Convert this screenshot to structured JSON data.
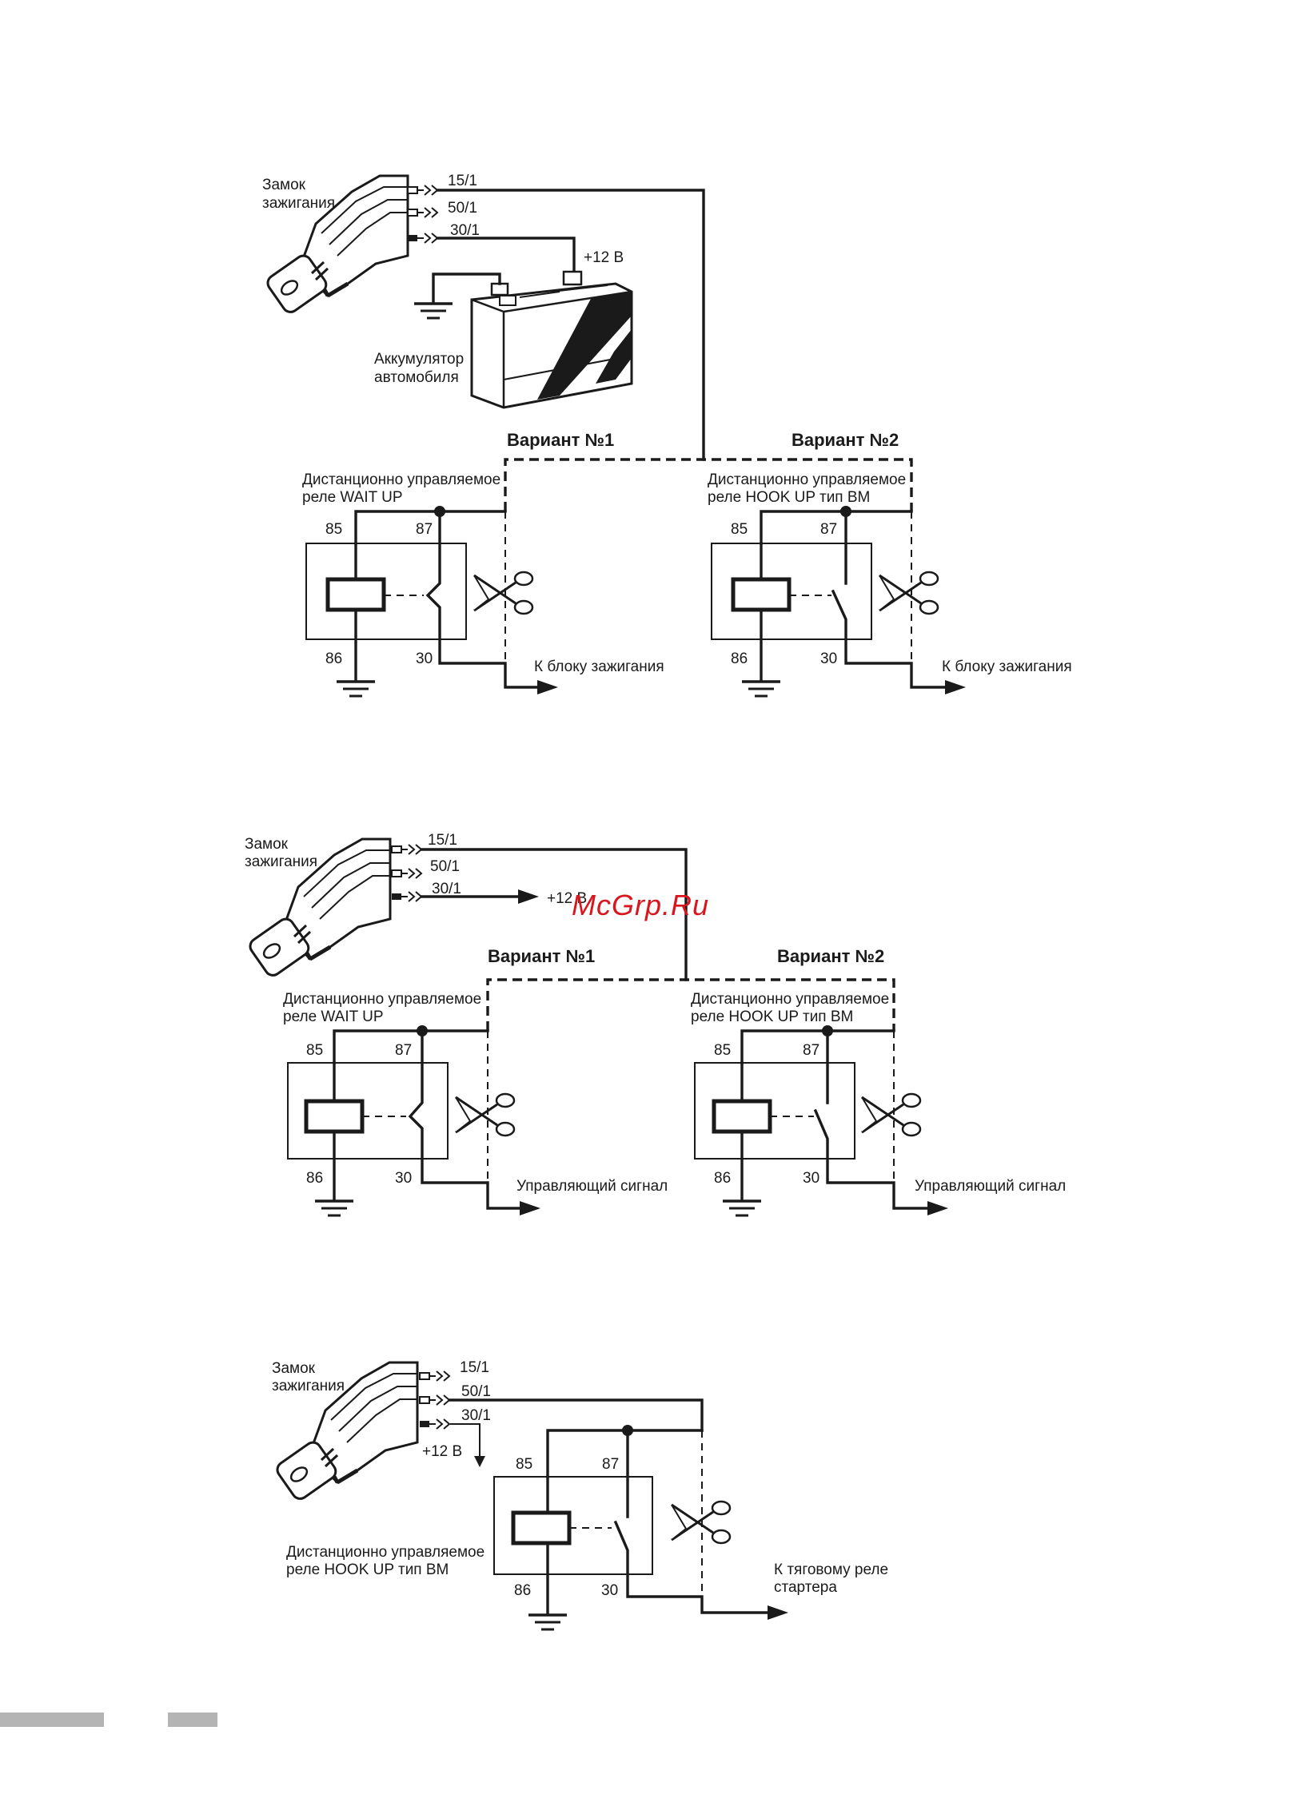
{
  "diagrams": [
    {
      "ignition_label": [
        "Замок",
        "зажигания"
      ],
      "terminals": [
        "15/1",
        "50/1",
        "30/1"
      ],
      "supply_label": "+12 В",
      "battery_label": [
        "Аккумулятор",
        "автомобиля"
      ],
      "variants": [
        {
          "heading": "Вариант №1",
          "relay_label": [
            "Дистанционно управляемое",
            "реле WAIT UP"
          ],
          "pins": [
            "85",
            "87",
            "86",
            "30"
          ],
          "output_label": [
            "К блоку зажигания"
          ]
        },
        {
          "heading": "Вариант №2",
          "relay_label": [
            "Дистанционно управляемое",
            "реле HOOK UP тип BM"
          ],
          "pins": [
            "85",
            "87",
            "86",
            "30"
          ],
          "output_label": [
            "К блоку зажигания"
          ]
        }
      ]
    },
    {
      "ignition_label": [
        "Замок",
        "зажигания"
      ],
      "terminals": [
        "15/1",
        "50/1",
        "30/1"
      ],
      "supply_label": "+12 В",
      "variants": [
        {
          "heading": "Вариант №1",
          "relay_label": [
            "Дистанционно управляемое",
            "реле WAIT UP"
          ],
          "pins": [
            "85",
            "87",
            "86",
            "30"
          ],
          "output_label": [
            "Управляющий сигнал"
          ]
        },
        {
          "heading": "Вариант №2",
          "relay_label": [
            "Дистанционно управляемое",
            "реле HOOK UP тип BM"
          ],
          "pins": [
            "85",
            "87",
            "86",
            "30"
          ],
          "output_label": [
            "Управляющий сигнал"
          ]
        }
      ]
    },
    {
      "ignition_label": [
        "Замок",
        "зажигания"
      ],
      "terminals": [
        "15/1",
        "50/1",
        "30/1"
      ],
      "supply_label": "+12 В",
      "variants": [
        {
          "relay_label": [
            "Дистанционно управляемое",
            "реле HOOK UP тип BM"
          ],
          "pins": [
            "85",
            "87",
            "86",
            "30"
          ],
          "output_label": [
            "К тяговому реле",
            "стартера"
          ]
        }
      ]
    }
  ],
  "watermark": "McGrp.Ru",
  "colors": {
    "ink": "#1a1a1a",
    "watermark": "#d8161e",
    "footer_bar": "#b4b4b4"
  }
}
